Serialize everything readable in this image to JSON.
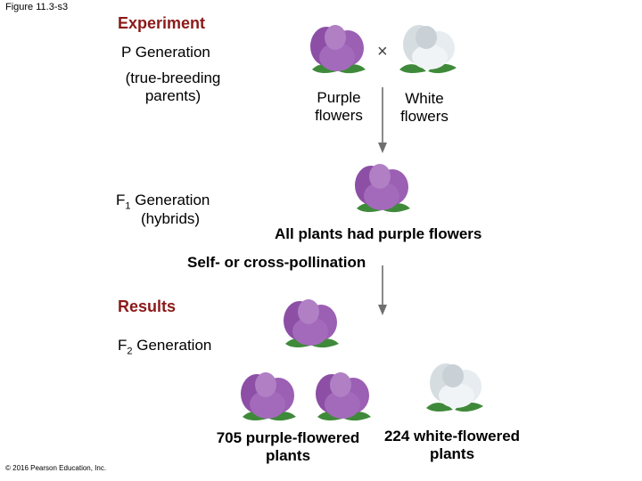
{
  "figure_label": "Figure 11.3-s3",
  "experiment": {
    "heading": "Experiment",
    "p_generation": "P Generation",
    "p_note": "(true-breeding parents)",
    "purple_label": "Purple flowers",
    "white_label": "White flowers",
    "cross_symbol": "×",
    "f1_prefix": "F",
    "f1_sub": "1",
    "f1_suffix": " Generation",
    "f1_note": "(hybrids)",
    "f1_result": "All plants had purple flowers",
    "pollination": "Self- or cross-pollination"
  },
  "results": {
    "heading": "Results",
    "f2_prefix": "F",
    "f2_sub": "2",
    "f2_suffix": " Generation",
    "purple_count_label": "705 purple-flowered plants",
    "white_count_label": "224 white-flowered plants"
  },
  "copyright": "© 2016 Pearson Education, Inc.",
  "colors": {
    "heading": "#8b1a1a",
    "purple_petal": "#9b5fb3",
    "white_petal": "#e6ecef",
    "leaf": "#3f8a3a"
  },
  "icons": [
    "purple-flower-icon",
    "white-flower-icon"
  ]
}
